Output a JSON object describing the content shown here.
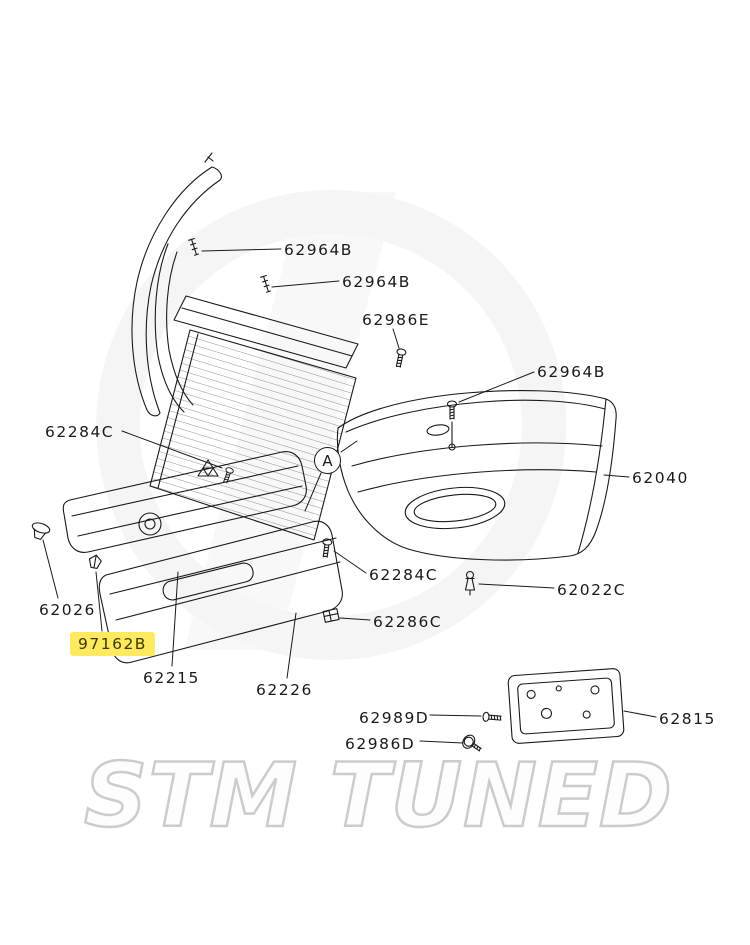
{
  "watermark": {
    "text": "STM TUNED"
  },
  "callout": {
    "letter": "A"
  },
  "highlight_color": "#ffe95e",
  "labels": {
    "l62964b_top": "62964B",
    "l62964b_mid": "62964B",
    "l62986e": "62986E",
    "l62964b_right": "62964B",
    "l62040": "62040",
    "l62284c_left": "62284C",
    "l62284c_bottom": "62284C",
    "l62022c": "62022C",
    "l62026": "62026",
    "l97162b": "97162B",
    "l62286c": "62286C",
    "l62215": "62215",
    "l62226": "62226",
    "l62989d": "62989D",
    "l62815": "62815",
    "l62986d": "62986D"
  }
}
